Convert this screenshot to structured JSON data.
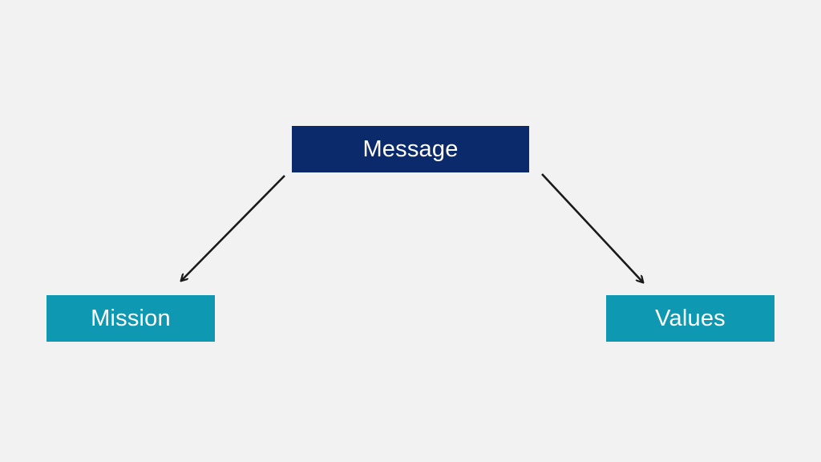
{
  "diagram": {
    "nodes": {
      "message": {
        "label": "Message"
      },
      "mission": {
        "label": "Mission"
      },
      "values": {
        "label": "Values"
      }
    },
    "edges": [
      {
        "from": "Message",
        "to": "Mission"
      },
      {
        "from": "Message",
        "to": "Values"
      }
    ],
    "colors": {
      "background": "#f2f2f2",
      "primary_node": "#0a2a6b",
      "secondary_node": "#0e98b1",
      "arrow": "#1a1a1a"
    }
  }
}
